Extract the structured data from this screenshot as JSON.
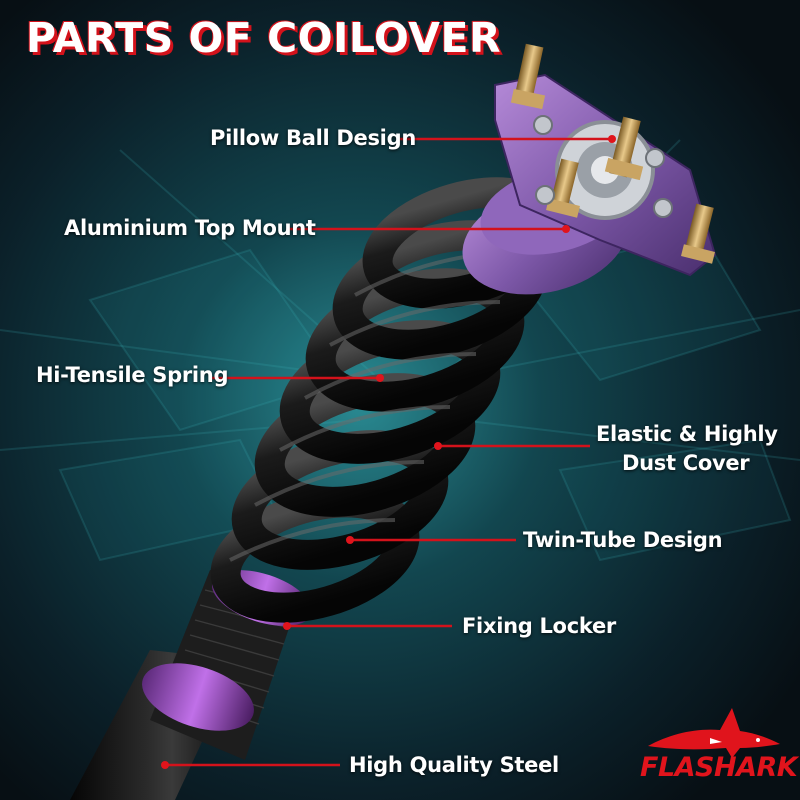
{
  "title": "PARTS OF COILOVER",
  "labels": {
    "pillow_ball": "Pillow Ball Design",
    "top_mount": "Aluminium Top Mount",
    "spring": "Hi-Tensile Spring",
    "dust_cover_1": "Elastic & Highly",
    "dust_cover_2": "Dust Cover",
    "twin_tube": "Twin-Tube Design",
    "fixing_locker": "Fixing Locker",
    "steel": "High Quality Steel"
  },
  "brand": {
    "name": "FLASHARK"
  },
  "colors": {
    "accent_red": "#e0141c",
    "purple": "#7e5aa8",
    "spring_black": "#141414",
    "background": "#0c1a22",
    "glow": "#1f7a84"
  }
}
